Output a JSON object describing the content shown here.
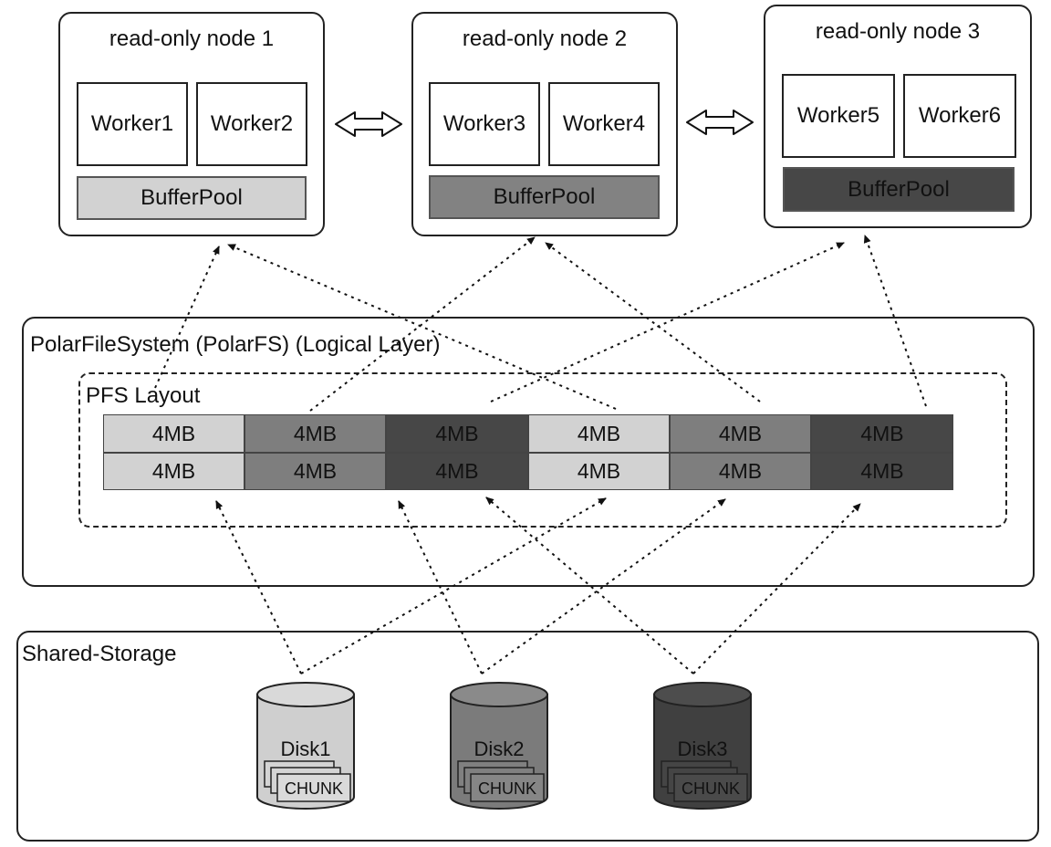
{
  "nodes": [
    {
      "title": "read-only node 1",
      "workers": [
        "Worker1",
        "Worker2"
      ],
      "bufferpool": "BufferPool",
      "bp_color": "#d2d2d2"
    },
    {
      "title": "read-only node 2",
      "workers": [
        "Worker3",
        "Worker4"
      ],
      "bufferpool": "BufferPool",
      "bp_color": "#828282"
    },
    {
      "title": "read-only node 3",
      "workers": [
        "Worker5",
        "Worker6"
      ],
      "bufferpool": "BufferPool",
      "bp_color": "#474747"
    }
  ],
  "polarfs": {
    "title": "PolarFileSystem (PolarFS) (Logical Layer)",
    "layout_title": "PFS Layout",
    "rows": [
      [
        "4MB",
        "4MB",
        "4MB",
        "4MB",
        "4MB",
        "4MB"
      ],
      [
        "4MB",
        "4MB",
        "4MB",
        "4MB",
        "4MB",
        "4MB"
      ]
    ],
    "column_colors": [
      "#d2d2d2",
      "#7e7e7e",
      "#474747",
      "#d2d2d2",
      "#7e7e7e",
      "#474747"
    ]
  },
  "storage": {
    "title": "Shared-Storage",
    "disks": [
      {
        "label": "Disk1",
        "chunk": "CHUNK",
        "color": "#cfcfcf",
        "top_color": "#d9d9d9"
      },
      {
        "label": "Disk2",
        "chunk": "CHUNK",
        "color": "#7b7b7b",
        "top_color": "#8a8a8a"
      },
      {
        "label": "Disk3",
        "chunk": "CHUNK",
        "color": "#404040",
        "top_color": "#4d4d4d"
      }
    ]
  }
}
